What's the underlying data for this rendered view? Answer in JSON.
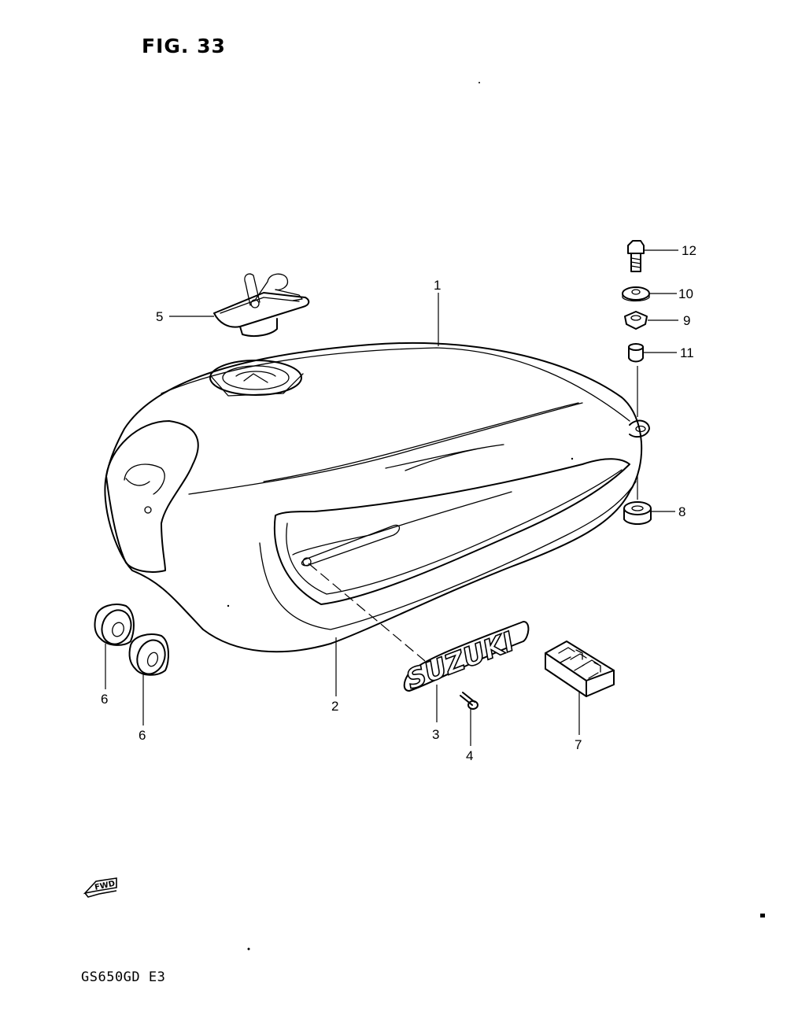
{
  "figure": {
    "title": "FIG. 33"
  },
  "model": {
    "code": "GS650GD E3"
  },
  "direction_marker": {
    "label": "FWD"
  },
  "emblem": {
    "text": "SUZUKI"
  },
  "callouts": [
    "1",
    "2",
    "3",
    "4",
    "5",
    "6",
    "6",
    "7",
    "8",
    "9",
    "10",
    "11",
    "12"
  ]
}
